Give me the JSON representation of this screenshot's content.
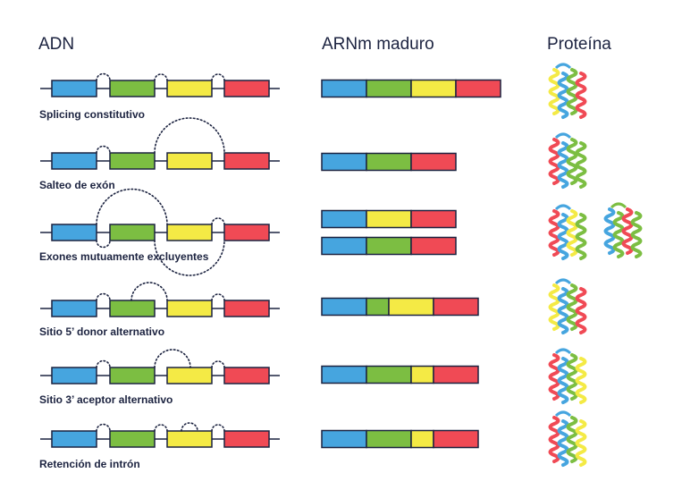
{
  "headers": {
    "dna": "ADN",
    "mrna": "ARNm maduro",
    "protein": "Proteína"
  },
  "colors": {
    "blue": "#46a5df",
    "green": "#7cbe42",
    "yellow": "#f4ea45",
    "red": "#f04a55",
    "line": "#1c2340",
    "text": "#1c2340"
  },
  "rows": [
    {
      "label": "Splicing constitutivo",
      "mrna": [
        [
          "blue"
        ],
        [
          "green"
        ],
        [
          "yellow"
        ],
        [
          "red"
        ]
      ]
    },
    {
      "label": "Salteo de exón",
      "mrna": [
        [
          "blue"
        ],
        [
          "green"
        ],
        [
          "red"
        ]
      ]
    },
    {
      "label": "Exones mutuamente excluyentes",
      "mrna": [
        [
          "blue"
        ],
        [
          "yellow"
        ],
        [
          "red"
        ]
      ],
      "mrna_alt": [
        [
          "blue"
        ],
        [
          "green"
        ],
        [
          "red"
        ]
      ]
    },
    {
      "label": "Sitio 5’ donor alternativo",
      "mrna": [
        [
          "blue"
        ],
        [
          "green",
          "yellow"
        ],
        [
          "red"
        ]
      ]
    },
    {
      "label": "Sitio 3’ aceptor alternativo",
      "mrna": [
        [
          "blue"
        ],
        [
          "green"
        ],
        [
          "yellow"
        ],
        [
          "red"
        ]
      ]
    },
    {
      "label": "Retención de intrón",
      "mrna": [
        [
          "blue"
        ],
        [
          "green"
        ],
        [
          "yellow"
        ],
        [
          "red"
        ]
      ]
    }
  ]
}
